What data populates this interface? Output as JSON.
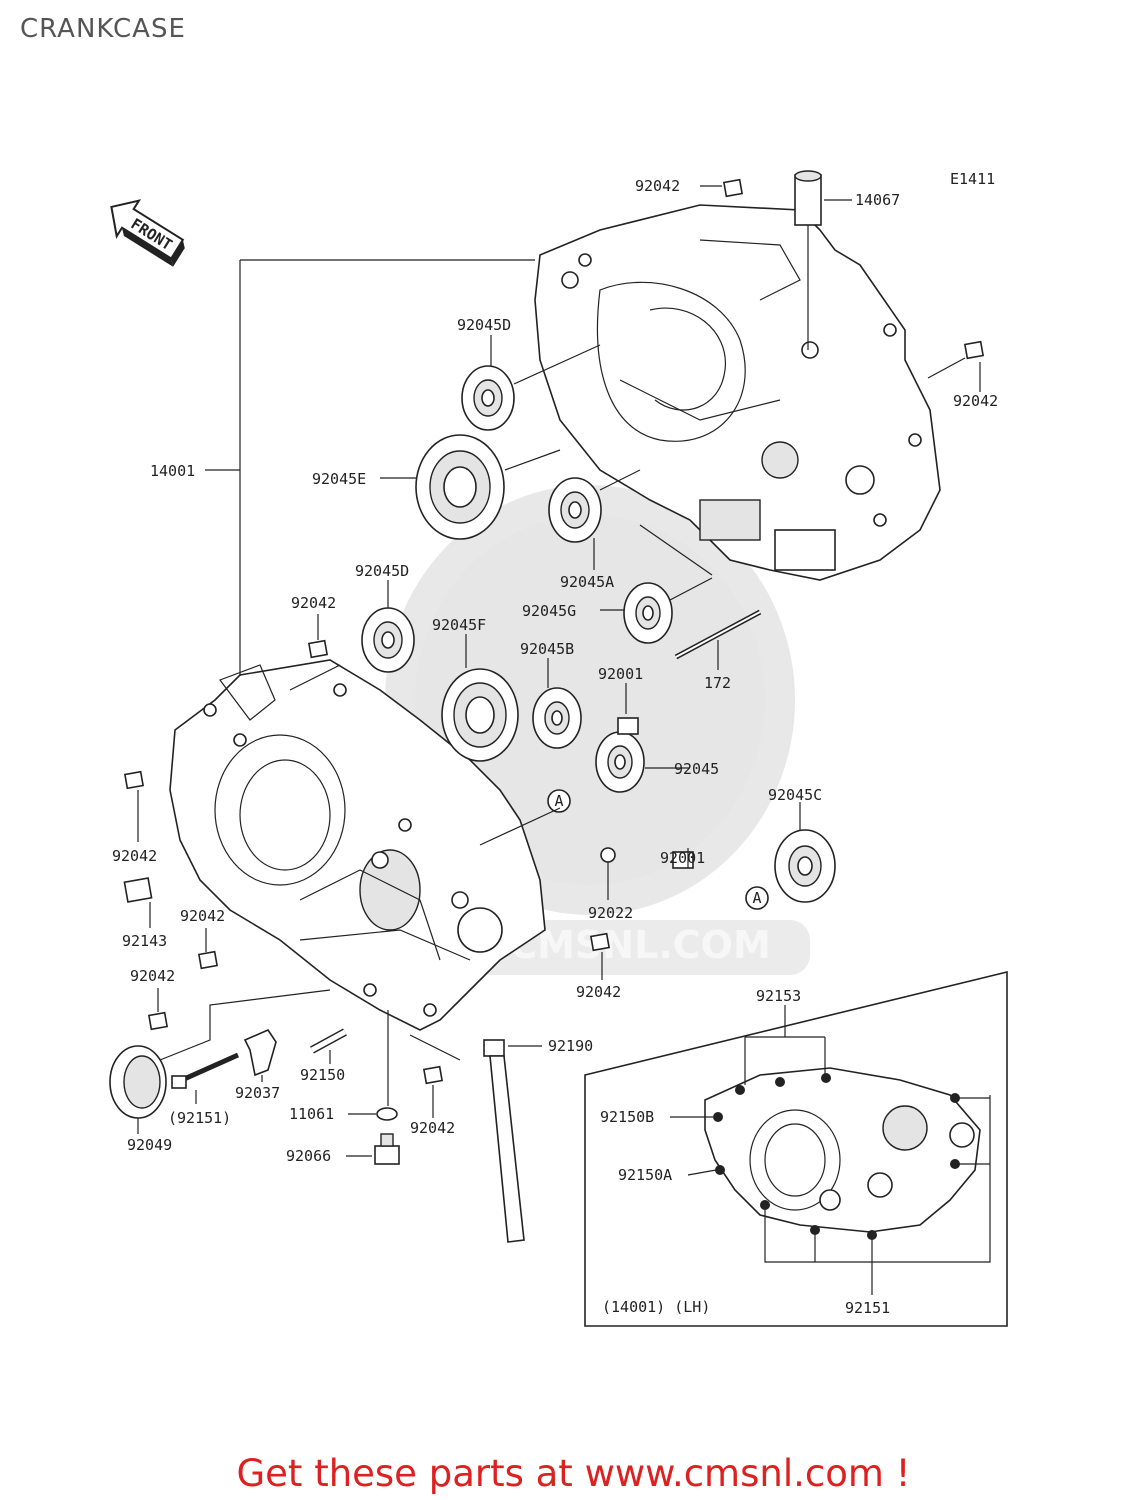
{
  "page": {
    "title": "CRANKCASE",
    "footer": "Get these parts at www.cmsnl.com !",
    "footer_color": "#dd2020"
  },
  "diagram": {
    "code": "E1411",
    "front_arrow": "FRONT",
    "watermark": "CMSNL.COM",
    "callout_a": "A",
    "inset_caption": "(14001) (LH)",
    "labels": {
      "p92042_top": "92042",
      "p14067": "14067",
      "p92042_right": "92042",
      "p92045D_top": "92045D",
      "p14001": "14001",
      "p92045E": "92045E",
      "p92045A": "92045A",
      "p92045G": "92045G",
      "p172": "172",
      "p92045D_mid": "92045D",
      "p92042_mid": "92042",
      "p92045F": "92045F",
      "p92045B": "92045B",
      "p92001_top": "92001",
      "p92045": "92045",
      "p92045C": "92045C",
      "p92001_bot": "92001",
      "p92022": "92022",
      "p92042_left1": "92042",
      "p92143": "92143",
      "p92042_left2": "92042",
      "p92042_left3": "92042",
      "p92042_lower": "92042",
      "p92190": "92190",
      "p92150": "92150",
      "p92037": "92037",
      "p92151_paren": "(92151)",
      "p92049": "92049",
      "p11061": "11061",
      "p92042_bottom": "92042",
      "p92066": "92066",
      "p92153": "92153",
      "p92150B": "92150B",
      "p92150A": "92150A",
      "p92151": "92151"
    }
  }
}
